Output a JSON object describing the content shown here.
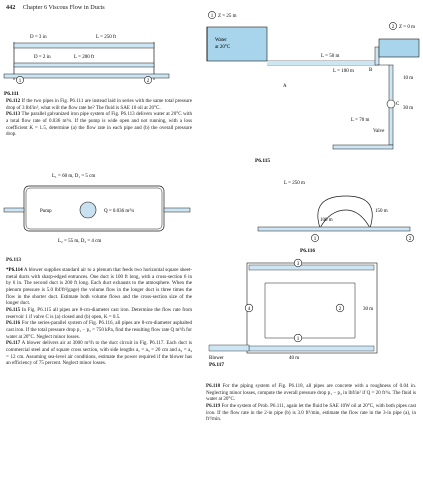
{
  "header": {
    "page_number": "442",
    "chapter": "Chapter 6  Viscous Flow in Ducts"
  },
  "fig111": {
    "label": "P6.111",
    "d1": "D = 3 in",
    "l1": "L = 250 ft",
    "d2": "D = 2 in",
    "l2": "L = 200 ft",
    "node1": "1",
    "node2": "2"
  },
  "fig115": {
    "label": "P6.115",
    "n1": "1",
    "z1": "Z = 25 m",
    "n2": "2",
    "z2": "Z = 0 m",
    "water": "Water",
    "temp": "at 20°C",
    "l50": "L = 50 m",
    "b": "B",
    "l100": "L = 100 m",
    "a": "A",
    "c": "C",
    "l70": "L = 70 m",
    "valve": "Valve",
    "h10": "10 m",
    "h30": "30 m"
  },
  "fig113": {
    "label": "P6.113",
    "top": "L₁ = 60 m, D₁ = 5 cm",
    "pump": "Pump",
    "q": "Q = 0.036 m³/s",
    "bottom": "L₂ = 55 m, D₂ = 4 cm"
  },
  "fig116": {
    "label": "P6.116",
    "l250": "L = 250 m",
    "d150": "150 m",
    "d100": "100 m",
    "n1": "1",
    "n2": "2"
  },
  "fig117": {
    "label": "P6.117",
    "n1": "1",
    "n2": "2",
    "n3": "3",
    "n4": "4",
    "l30": "30 m",
    "blower": "Blower",
    "l40": "40 m"
  },
  "problems": {
    "p6112": {
      "num": "P6.112",
      "text": "If the two pipes in Fig. P6.111 are instead laid in series with the same total pressure drop of 3 lbf/in², what will the flow rate be? The fluid is SAE 10 oil at 20°C."
    },
    "p6113": {
      "num": "P6.113",
      "text": "The parallel galvanized iron pipe system of Fig. P6.113 delivers water at 20°C with a total flow rate of 0.036 m³/s. If the pump is wide open and not running, with a loss coefficient K = 1.5, determine (a) the flow rate in each pipe and (b) the overall pressure drop."
    },
    "p6114": {
      "num": "*P6.114",
      "text": "A blower supplies standard air to a plenum that feeds two horizontal square sheet-metal ducts with sharp-edged entrances. One duct is 100 ft long, with a cross-section 6 in by 6 in. The second duct is 200 ft long. Each duct exhausts to the atmosphere. When the plenum pressure is 5.0 lbf/ft²(gage) the volume flow in the longer duct is three times the flow in the shorter duct. Estimate both volume flows and the cross-section size of the longer duct."
    },
    "p6115": {
      "num": "P6.115",
      "text": "In Fig. P6.115 all pipes are 8-cm-diameter cast iron. Determine the flow rate from reservoir 1 if valve C is (a) closed and (b) open, K = 0.5."
    },
    "p6116": {
      "num": "P6.116",
      "text": "For the series-parallel system of Fig. P6.116, all pipes are 8-cm-diameter asphalted cast iron. If the total pressure drop p₁ − p₂ = 750 kPa, find the resulting flow rate Q m³/h for water at 20°C. Neglect minor losses."
    },
    "p6117": {
      "num": "P6.117",
      "text": "A blower delivers air at 3000 m³/h to the duct circuit in Fig. P6.117. Each duct is commercial steel and of square cross section, with side lengths a₁ = a₃ = 20 cm and a₂ = a₄ = 12 cm. Assuming sea-level air conditions, estimate the power required if the blower has an efficiency of 75 percent. Neglect minor losses."
    },
    "p6118": {
      "num": "P6.118",
      "text": "For the piping system of Fig. P6.118, all pipes are concrete with a roughness of 0.04 in. Neglecting minor losses, compute the overall pressure drop p₁ − p₂ in lbf/in² if Q = 20 ft³/s. The fluid is water at 20°C."
    },
    "p6119": {
      "num": "P6.119",
      "text": "For the system of Prob. P6.111, again let the fluid be SAE 10W oil at 20°C, with both pipes cast iron. If the flow rate in the 2-in pipe (b) is 3.0 ft³/min, estimate the flow rate in the 3-in pipe (a), in ft³/min."
    }
  },
  "colors": {
    "water": "#a8d4ec",
    "fill_blue": "#cde6f4",
    "line": "#1a1a1a"
  }
}
